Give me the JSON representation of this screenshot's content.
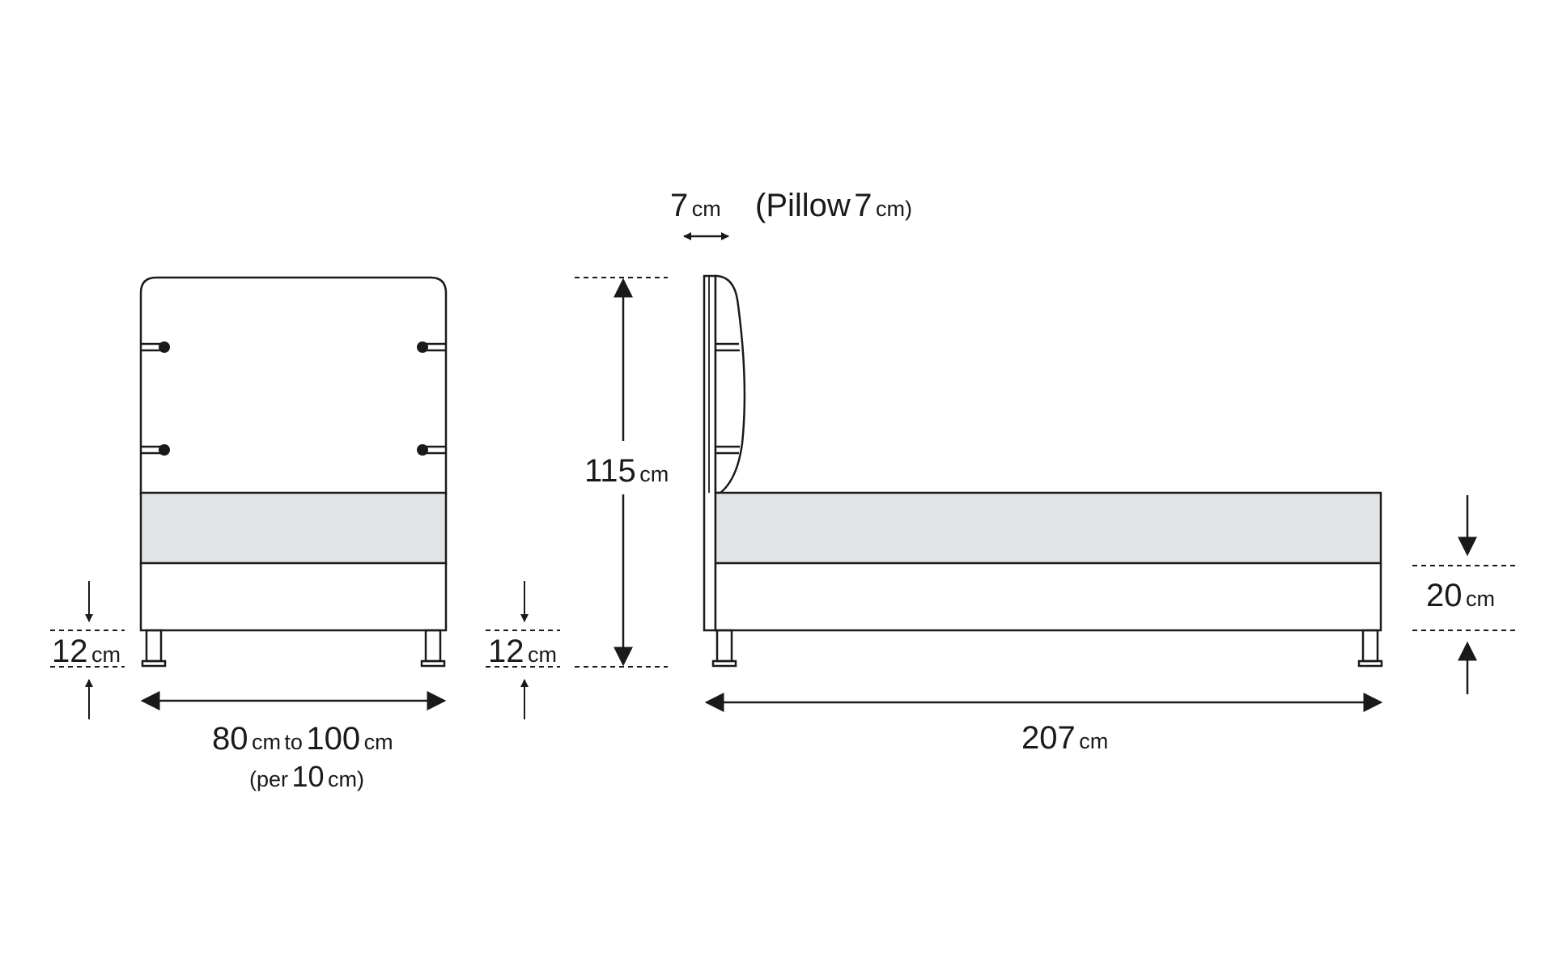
{
  "labels": {
    "headboard_depth": {
      "value": "7",
      "unit": "cm"
    },
    "pillow": {
      "prefix": "(Pillow",
      "value": "7",
      "unit": "cm)"
    },
    "total_height": {
      "value": "115",
      "unit": "cm"
    },
    "leg_height_left": {
      "value": "12",
      "unit": "cm"
    },
    "leg_height_right": {
      "value": "12",
      "unit": "cm"
    },
    "width": {
      "value_from": "80",
      "unit_from": "cm",
      "joiner": "to",
      "value_to": "100",
      "unit_to": "cm"
    },
    "width_step": {
      "prefix": "(per",
      "value": "10",
      "unit": "cm)"
    },
    "length": {
      "value": "207",
      "unit": "cm"
    },
    "mattress_height": {
      "value": "20",
      "unit": "cm"
    }
  },
  "colors": {
    "line": "#1a1a1a",
    "mattress_fill": "#e3e4e6",
    "background": "#ffffff"
  }
}
